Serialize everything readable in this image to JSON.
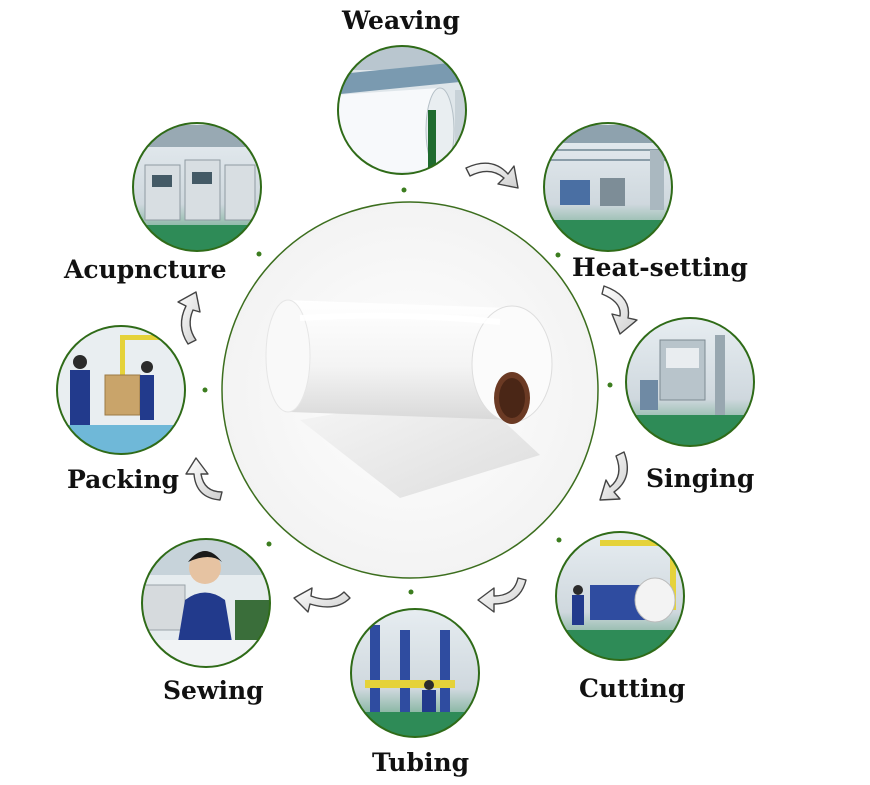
{
  "stages": [
    {
      "id": "weaving",
      "label": "Weaving"
    },
    {
      "id": "heat-setting",
      "label": "Heat-setting"
    },
    {
      "id": "singing",
      "label": "Singing"
    },
    {
      "id": "cutting",
      "label": "Cutting"
    },
    {
      "id": "tubing",
      "label": "Tubing"
    },
    {
      "id": "sewing",
      "label": "Sewing"
    },
    {
      "id": "packing",
      "label": "Packing"
    },
    {
      "id": "acupuncture",
      "label": "Acupncture"
    }
  ],
  "colors": {
    "ring": "#3c6e1e",
    "frame": "#2f6b18",
    "floor_green": "#2e8b57",
    "worker_blue": "#223a8c",
    "roll_white": "#f7f7f7",
    "roll_core": "#6b3a24",
    "arrow": "#444444"
  },
  "icons": {
    "arrow": "curved-arrow-icon"
  }
}
